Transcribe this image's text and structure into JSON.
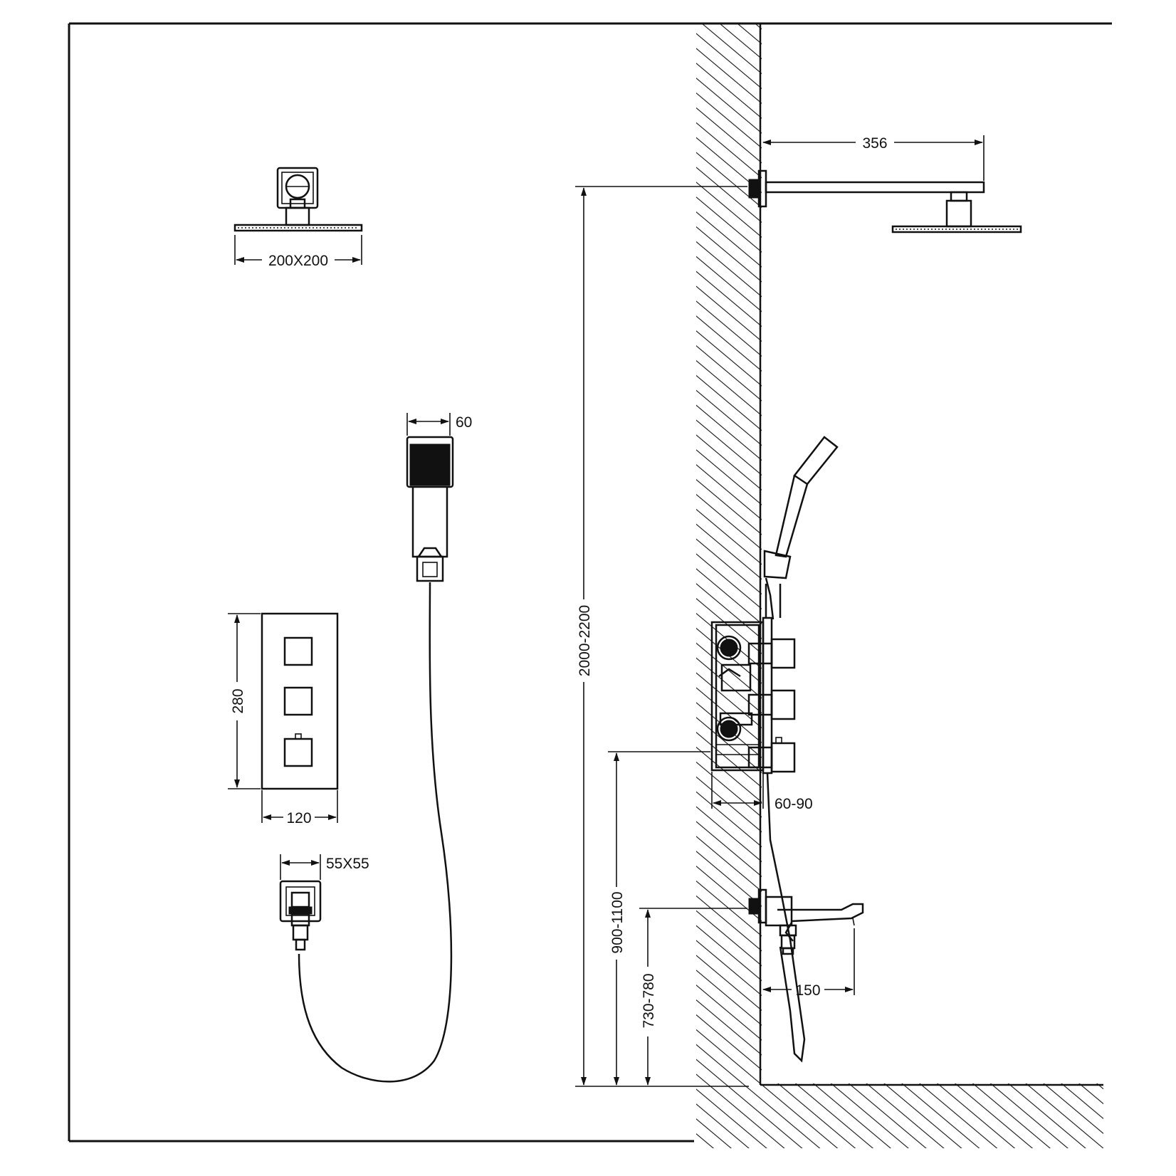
{
  "dimensions": {
    "shower_head_size": "200X200",
    "hand_shower_width": "60",
    "panel_height": "280",
    "panel_width": "120",
    "outlet_size": "55X55",
    "arm_length": "356",
    "head_height": "2000-2200",
    "valve_depth": "60-90",
    "valve_height": "900-1100",
    "spout_height": "730-780",
    "spout_projection": "150"
  },
  "colors": {
    "line": "#111111",
    "background": "#ffffff"
  }
}
